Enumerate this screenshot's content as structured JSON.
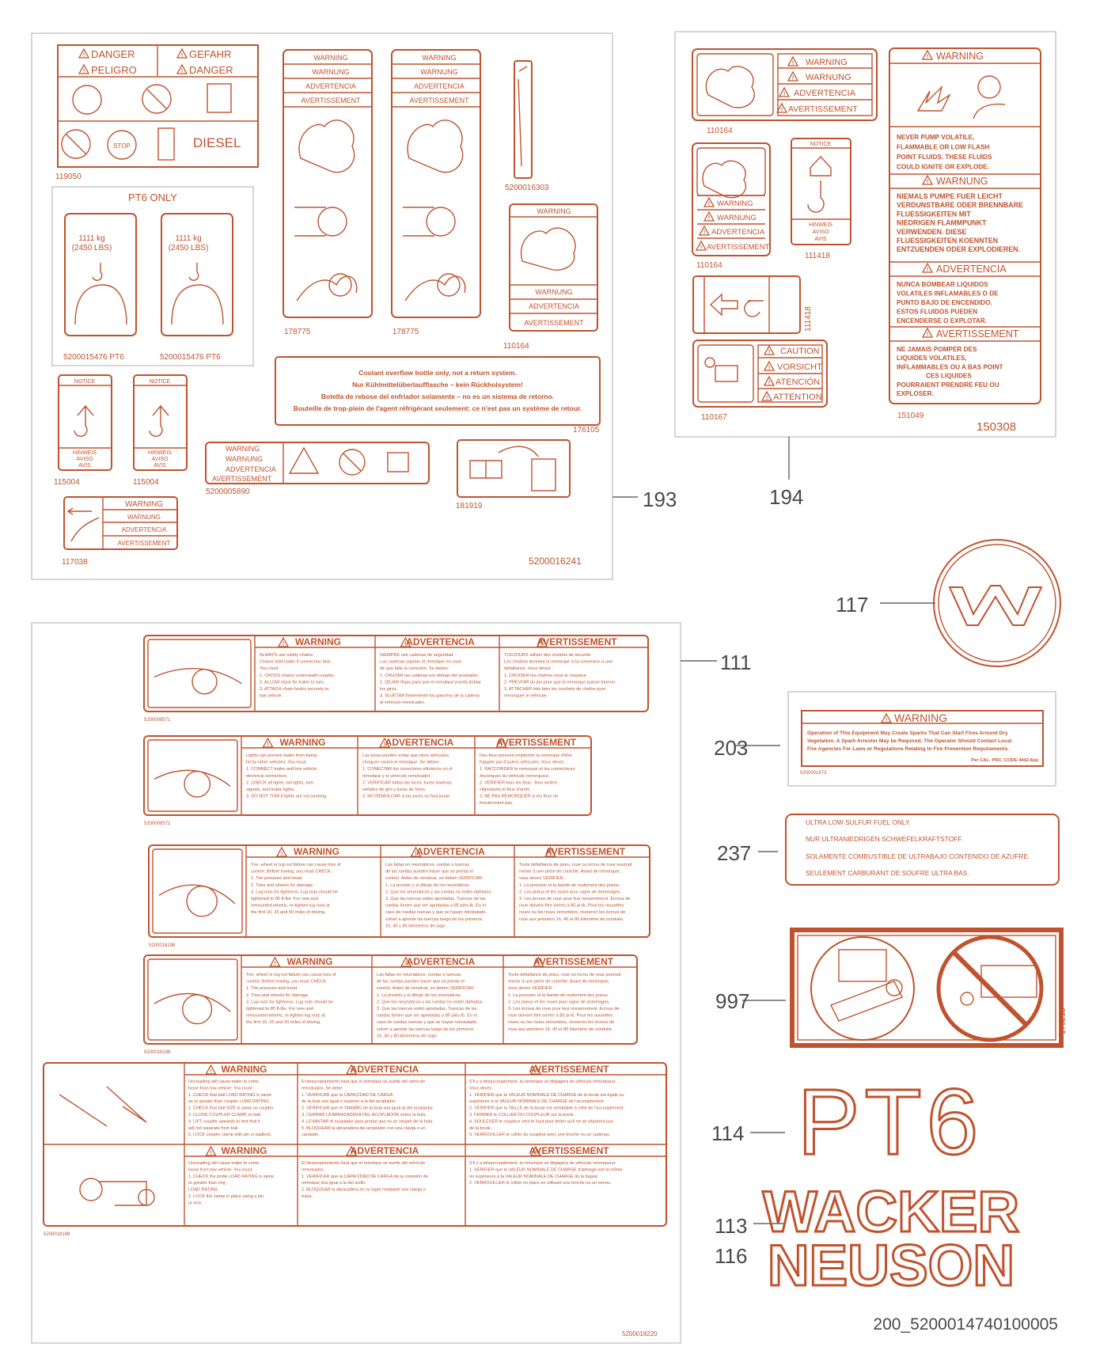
{
  "colors": {
    "accent": "#c0532e",
    "callout": "#4a4a4a"
  },
  "doc_id": "200_5200014740100005",
  "callouts": [
    "193",
    "194",
    "117",
    "111",
    "203",
    "237",
    "997",
    "114",
    "113",
    "116"
  ],
  "panel193": {
    "kit_number": "5200016241",
    "danger_label": {
      "id": "119050",
      "texts": [
        "DANGER",
        "GEFAHR",
        "PELIGRO",
        "DANGER"
      ],
      "stop": "STOP",
      "diesel": "DIESEL"
    },
    "pt6_only": {
      "title": "PT6 ONLY",
      "weight_kg": "1111 kg",
      "weight_lbs": "(2450 LBS)",
      "ids": [
        "5200015476 PT6",
        "5200015476 PT6"
      ]
    },
    "tall_warning": {
      "texts": [
        "WARNING",
        "WARNUNG",
        "ADVERTENCIA",
        "AVERTISSEMENT"
      ],
      "ids": [
        "178775",
        "178775"
      ]
    },
    "strip_id": "5200016303",
    "small_warning": {
      "texts": [
        "WARNING",
        "WARNUNG",
        "ADVERTENCIA",
        "AVERTISSEMENT"
      ],
      "id": "110164"
    },
    "notice_labels": {
      "notice": "NOTICE",
      "bottom": [
        "HINWEIS",
        "AVISO",
        "AVIS"
      ],
      "ids": [
        "115004",
        "115004"
      ]
    },
    "coolant": {
      "lines": [
        "Coolant overflow bottle only, not a return system.",
        "Nur Kühlmittelüberlaufflasche – kein Rückholsystem!",
        "Botella de rebose del enfriador solamente – no es un sistema de retorno.",
        "Bouteille de trop-plein de l'agent réfrigérant seulement: ce n'est pas un système de retour."
      ],
      "id": "176105"
    },
    "wide_warning": {
      "texts": [
        "WARNING",
        "WARNUNG",
        "ADVERTENCIA",
        "AVERTISSEMENT"
      ],
      "id": "5200005890"
    },
    "book_id": "181919",
    "arrow_warning": {
      "texts": [
        "WARNING",
        "WARNUNG",
        "ADVERTENCIA",
        "AVERTISSEMENT"
      ],
      "id": "117038"
    }
  },
  "panel194": {
    "kit_number": "150308",
    "warn1": {
      "texts": [
        "WARNING",
        "WARNUNG",
        "ADVERTENCIA",
        "AVERTISSEMENT"
      ],
      "id": "110164"
    },
    "warn2": {
      "texts": [
        "WARNING",
        "WARNUNG",
        "ADVERTENCIA",
        "AVERTISSEMENT"
      ],
      "id": "110164"
    },
    "hook": {
      "notice": "NOTICE",
      "bottom": [
        "HINWEIS",
        "AVISO",
        "AVIS"
      ],
      "id": "111418",
      "side_id": "111418"
    },
    "caution": {
      "texts": [
        "CAUTION",
        "VORSICHT",
        "ATENCIÓN",
        "ATTENTION"
      ],
      "id": "110167"
    },
    "fuel_warning": {
      "id": "151049",
      "sections": [
        {
          "head": "WARNING",
          "body": [
            "NEVER PUMP VOLATILE,",
            "FLAMMABLE OR LOW FLASH",
            "POINT FLUIDS. THESE FLUIDS",
            "COULD IGNITE OR EXPLODE."
          ]
        },
        {
          "head": "WARNUNG",
          "body": [
            "NIEMALS PUMPE FUER LEICHT",
            "VERDUNSTBARE ODER BRENNBARE",
            "FLUESSIGKEITEN MIT",
            "NIEDRIGEN FLAMMPUNKT",
            "VERWENDEN. DIESE",
            "FLUESSIGKEITEN KOENNTEN",
            "ENTZUENDEN ODER EXPLODIEREN."
          ]
        },
        {
          "head": "ADVERTENCIA",
          "body": [
            "NUNCA BOMBEAR LIQUIDOS",
            "VOLATILES INFLAMABLES O DE",
            "PUNTO BAJO DE ENCENDIDO.",
            "ESTOS FLUIDOS PUEDEN",
            "ENCENDERSE O EXPLOTAR."
          ]
        },
        {
          "head": "AVERTISSEMENT",
          "body": [
            "NE JAMAIS POMPER DES",
            "LIQUIDES VOLATILES,",
            "INFLAMMABLES OU A BAS POINT",
            "CES LIQUIDES",
            "POURRAIENT PRENDRE FEU OU",
            "EXPLOSER."
          ]
        }
      ]
    }
  },
  "panel111": {
    "kit_number": "5200018220",
    "rows": [
      {
        "id": "5200008571",
        "cols": [
          {
            "head": "WARNING",
            "body": [
              "ALWAYS use safety chains.",
              "Chains hold trailer if connection fails.",
              "You must:",
              "1. CROSS chains underneath coupler.",
              "2. ALLOW slack for trailer to turn.",
              "3. ATTACH chain hooks securely to",
              "tow vehicle."
            ]
          },
          {
            "head": "ADVERTENCIA",
            "body": [
              "SIEMPRE use cadenas de seguridad.",
              "Las cadenas sujetan el remolque en caso",
              "de que falle la conexión. Se deben:",
              "1. CRUZAR las cadenas por debajo del acoplador.",
              "2. DEJAR flojas para que el remolque pueda doblar",
              "los giros.",
              "3. SUJETAR firmemente los ganchos de la cadena",
              "al vehículo remolcador."
            ]
          },
          {
            "head": "AVERTISSEMENT",
            "body": [
              "TOUJOURS utiliser des chaînes de sécurité.",
              "Les chaînes tiennent la remorque si la connexion a une",
              "défaillance. Vous devez :",
              "1. CROISER les chaînes sous le coupleur.",
              "2. PRÉVOIR du jeu pour que la remorque puisse tourner.",
              "3. ATTACHER très bien les crochets de chaîne pour",
              "remorquer le véhicule."
            ]
          }
        ]
      },
      {
        "id": "5200008572",
        "cols": [
          {
            "head": "WARNING",
            "body": [
              "Lights can prevent trailer from being",
              "hit by other vehicles. You must:",
              "1. CONNECT trailer and tow vehicle",
              "electrical connectors.",
              "2. CHECK all lights: tail lights, turn",
              "signals, and brake lights.",
              "3. DO NOT TOW if lights are not working."
            ]
          },
          {
            "head": "ADVERTENCIA",
            "body": [
              "Las luces pueden evitar que otros vehículos",
              "choquen contra el remolque. Se deben:",
              "1. CONECTAR los conectores eléctricos en el",
              "remolque y el vehículo remolcador.",
              "2. VERIFICAR todas las luces: luces traseras,",
              "señales de giro y luces de freno.",
              "3. NO REMOLCAR si las luces no funcionan."
            ]
          },
          {
            "head": "AVERTISSEMENT",
            "body": [
              "Des feux peuvent empêcher la remorque d'être",
              "frappée par d'autres véhicules. Vous devez :",
              "1. RACCORDER la remorque et les connecteurs",
              "électriques du véhicule remorqueur.",
              "2. VÉRIFIER tous les feux : feux arrière,",
              "clignotants et feux d'arrêt.",
              "3. NE PAS REMORQUER si les feux ne",
              "fonctionnent pas."
            ]
          }
        ]
      },
      {
        "id": "5200018198",
        "cols": [
          {
            "head": "WARNING",
            "body": [
              "Tire, wheel or lug nut failure can cause loss of",
              "control. Before towing, you must CHECK:",
              "1. Tire pressure and tread.",
              "2. Tires and wheels for damage.",
              "3. Lug nuts for tightness. Lug nuts should be",
              "tightened to 85 ft-lbs. For new and",
              "remounted wheels, re-tighten lug nuts at",
              "the first 10, 25 and 50 miles of driving."
            ]
          },
          {
            "head": "ADVERTENCIA",
            "body": [
              "Las fallas en neumáticos, ruedas o tuercas",
              "de las ruedas pueden hacer que se pierda el",
              "control. Antes de remolcar, se deben VERIFICAR:",
              "1. La presión y el dibujo de los neumáticos.",
              "2. Que los neumáticos y las ruedas no estén dañados.",
              "3. Que las tuercas estén apretadas. Tuercas de las",
              "ruedas tienen que ser apretadas a 85 pies-lb. En el",
              "caso de ruedas nuevas y que se hayan reinstalado,",
              "volver a apretar las tuercas luego de los primeros",
              "16, 40 y 80 kilómetros de viaje."
            ]
          },
          {
            "head": "AVERTISSEMENT",
            "body": [
              "Toute défaillance de pneu, roue ou écrou de roue pourrait",
              "mener à une perte de contrôle. Avant de remorquer,",
              "vous devez VÉRIFIER :",
              "1. La pression et la bande de roulement des pneus.",
              "2. Les pneus et les roues pour signe de dommages.",
              "3. Les écrous de roue pour leur resserrement. Écrous de",
              "roue doivent être serrés à 85 pi-lb. Pour les nouvelles",
              "roues ou les roues remontées, resserrer les écrous de",
              "roue aux premiers 16, 40 et 80 kilomètre de conduite."
            ]
          }
        ]
      },
      {
        "id": "5200018198",
        "cols": [
          {
            "head": "WARNING",
            "body": [
              "Tire, wheel or lug nut failure can cause loss of",
              "control. Before towing, you must CHECK:",
              "1. Tire pressure and tread.",
              "2. Tires and wheels for damage.",
              "3. Lug nuts for tightness. Lug nuts should be",
              "tightened to 85 ft-lbs. For new and",
              "remounted wheels, re-tighten lug nuts at",
              "the first 10, 25 and 50 miles of driving."
            ]
          },
          {
            "head": "ADVERTENCIA",
            "body": [
              "Las fallas en neumáticos, ruedas o tuercas",
              "de las ruedas pueden hacer que se pierda el",
              "control. Antes de remolcar, se deben VERIFICAR:",
              "1. La presión y el dibujo de los neumáticos.",
              "2. Que los neumáticos y las ruedas no estén dañados.",
              "3. Que las tuercas estén apretadas. Tuercas de las",
              "ruedas tienen que ser apretadas a 85 pies-lb. En el",
              "caso de ruedas nuevas y que se hayan reinstalado,",
              "volver a apretar las tuercas luego de los primeros",
              "16, 40 y 80 kilómetros de viaje."
            ]
          },
          {
            "head": "AVERTISSEMENT",
            "body": [
              "Toute défaillance de pneu, roue ou écrou de roue pourrait",
              "mener à une perte de contrôle. Avant de remorquer,",
              "vous devez VÉRIFIER :",
              "1. La pression et la bande de roulement des pneus.",
              "2. Les pneus et les roues pour signe de dommages.",
              "3. Les écrous de roue pour leur resserrement. Écrous de",
              "roue doivent être serrés à 85 pi-lb. Pour les nouvelles",
              "roues ou les roues remontées, resserrer les écrous de",
              "roue aux premiers 16, 40 et 80 kilomètre de conduite."
            ]
          }
        ]
      }
    ],
    "coupler": {
      "id": "5200018199",
      "top": [
        {
          "head": "WARNING",
          "body": [
            "Uncoupling will cause trailer to come",
            "loose from tow vehicle. You must:",
            "1. CHECK that ball LOAD RATING is same",
            "as or greater than coupler LOAD RATING.",
            "2. CHECK that ball SIZE is same as coupler.",
            "3. CLOSE COUPLER CLAMP on ball.",
            "4. LIFT coupler upwards to test that it",
            "will not separate from ball.",
            "5. LOCK coupler clamp with pin or padlock."
          ]
        },
        {
          "head": "ADVERTENCIA",
          "body": [
            "El desacoplamiento hará que el remolque se suelte del vehículo",
            "remolcador. Se debe:",
            "1. VERIFICAR que la CAPACIDAD DE CARGA",
            "de la bola sea igual o superior a la del acoplador.",
            "2. VERIFICAR que el TAMAÑO de la bola sea igual al del acoplador.",
            "3. CERRAR LA ABRAZADERA DEL ACOPLADOR sobre la bola.",
            "4. LEVANTAR el acoplador para probar que no se separe de la bola.",
            "5. BLOQUEAR la abrazadera del acoplador con una clavija o un",
            "candado."
          ]
        },
        {
          "head": "AVERTISSEMENT",
          "body": [
            "S'il y a désaccouplement, la remorque se dégagera du véhicule remorqueur.",
            "Vous devez :",
            "1. VÉRIFIER que la VALEUR NOMINALE DE CHARGE de la boule est égale ou",
            "supérieure à la VALEUR NOMINALE DE CHARGE de l'accouplement.",
            "2. VÉRIFIER que la TAILLE de la boule est semblable à celle de l'accouplement.",
            "3. FERMER le COLLIER DU COUPLEUR sur la boule.",
            "4. SOULEVER le coupleur vers le haut pour tester qu'il ne se séparera pas",
            "de la boule.",
            "5. VERROUILLER le collier du coupleur avec une broche ou un cadenas."
          ]
        }
      ],
      "bottom": [
        {
          "head": "WARNING",
          "body": [
            "Uncoupling will cause trailer to come",
            "loose from tow vehicle. You must:",
            "1. CHECK the pintle LOAD RATING is same",
            "or greater than ring",
            "LOAD RATING.",
            "2. LOCK the clamp in place using a pin",
            "or lock."
          ]
        },
        {
          "head": "ADVERTENCIA",
          "body": [
            "El desacoplamiento hará que el remolque se suelte del vehículo",
            "remolcador.",
            "1. VERIFICAR que la CAPACIDAD DE CARGA de la conexión de",
            "remolque sea igual a la del anillo.",
            "2. BLOQUEAR la abrazadera en su lugar mediante una clavija o",
            "traba."
          ]
        },
        {
          "head": "AVERTISSEMENT",
          "body": [
            "S'il y a désaccouplement, la remorque se dégagera du véhicule remorqueur.",
            "1. VÉRIFIER que la VALEUR NOMINALE DE CHARGE d'attelage soit la même",
            "ou supérieure à la VALEUR NOMINALE DE CHARGE de la bague.",
            "2. VERROUILLER le collier en place en utilisant une broche ou un verrou."
          ]
        }
      ]
    }
  },
  "label203": {
    "head": "WARNING",
    "body": [
      "Operation of This Equipment May Create Sparks That Can Start Fires Around Dry",
      "Vegetation. A Spark Arrestor May be Required. The Operator Should Contact Local",
      "Fire Agencies For Laws or Regulations Relating to Fire Prevention Requirements."
    ],
    "code": "Per CAL. PRC. CODE  4442.6(a)",
    "id": "5200001673"
  },
  "label237": {
    "lines": [
      "ULTRA LOW SULFUR FUEL ONLY.",
      "NUR ULTRANIEDRIGEN SCHWEFELKRAFTSTOFF.",
      "SOLAMENTE COMBUSTIBLE DE ULTRABAJO CONTENIDO DE AZUFRE.",
      "SEULEMENT CARBURANT DE SOUFRE ULTRA BAS."
    ]
  },
  "label997": {
    "side_id": "179213"
  },
  "label114": {
    "text": "PT6"
  },
  "brand": {
    "line1": "WACKER",
    "line2": "NEUSON"
  }
}
